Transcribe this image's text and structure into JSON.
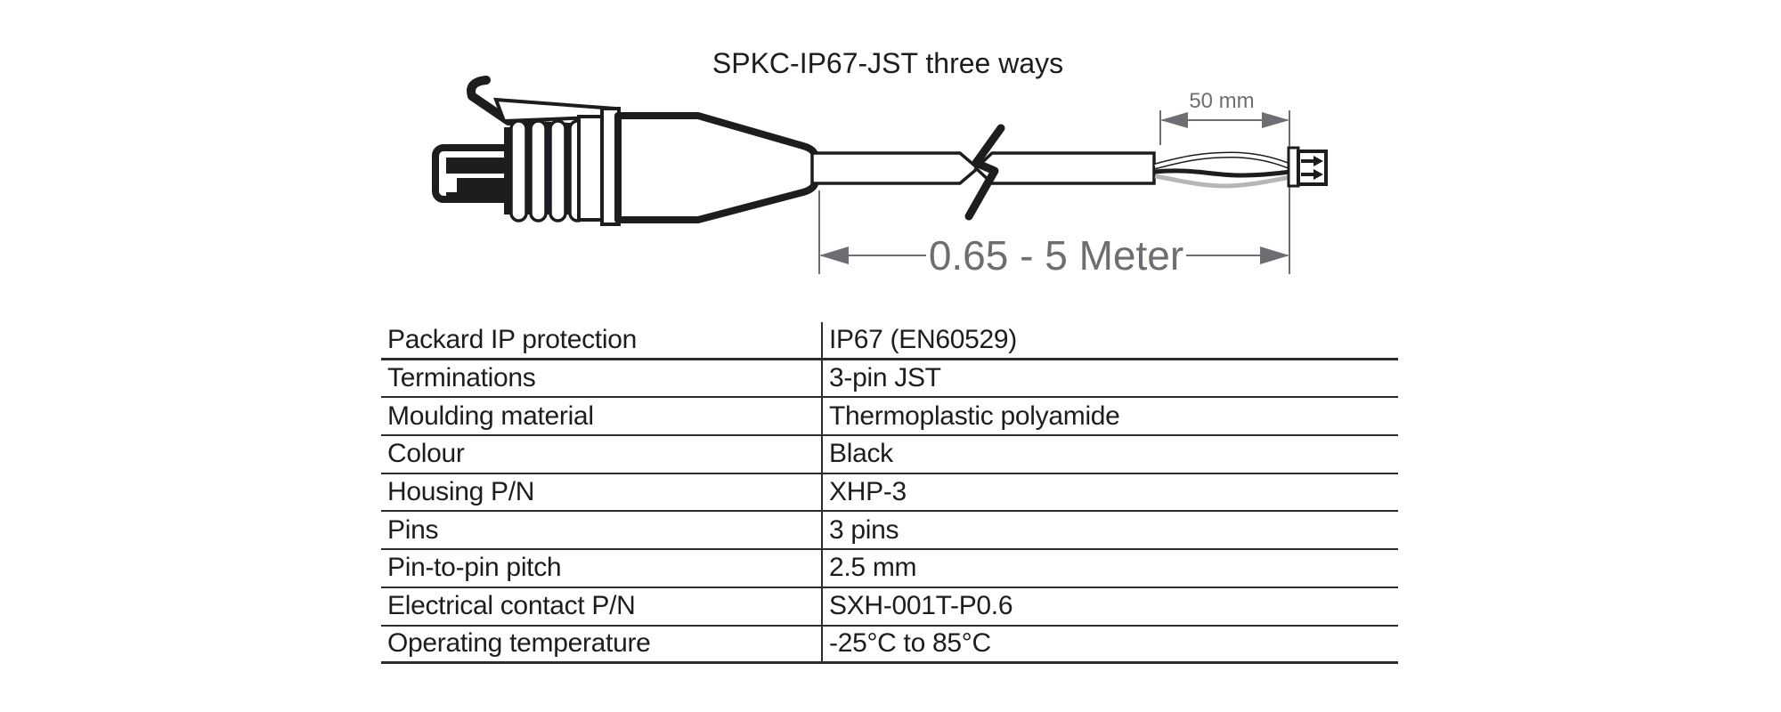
{
  "diagram": {
    "title": "SPKC-IP67-JST three ways",
    "dims": {
      "breakout_label": "50 mm",
      "length_label": "0.65 - 5 Meter"
    },
    "colors": {
      "ink": "#1d1d20",
      "dimension_gray": "#6d6e71",
      "wire_gray": "#b4b6b8",
      "background": "#ffffff"
    }
  },
  "spec_table": {
    "rows": [
      {
        "label": "Packard IP protection",
        "value": "IP67 (EN60529)"
      },
      {
        "label": "Terminations",
        "value": "3-pin JST"
      },
      {
        "label": "Moulding material",
        "value": "Thermoplastic polyamide"
      },
      {
        "label": "Colour",
        "value": "Black"
      },
      {
        "label": "Housing P/N",
        "value": "XHP-3"
      },
      {
        "label": "Pins",
        "value": "3 pins"
      },
      {
        "label": "Pin-to-pin pitch",
        "value": "2.5 mm"
      },
      {
        "label": "Electrical contact P/N",
        "value": "SXH-001T-P0.6"
      },
      {
        "label": "Operating temperature",
        "value": "-25°C to 85°C"
      }
    ]
  }
}
